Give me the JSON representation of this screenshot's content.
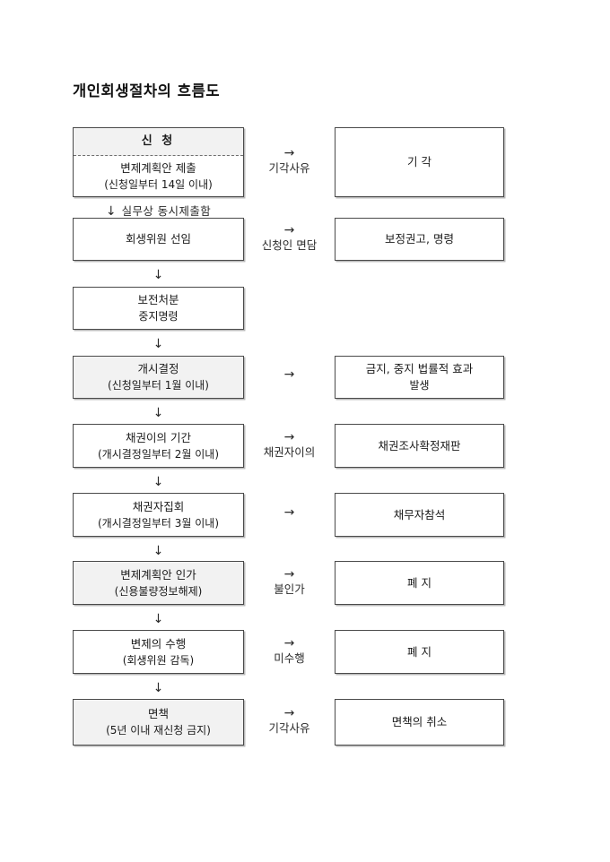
{
  "document": {
    "title": "개인회생절차의  흐름도"
  },
  "colors": {
    "page_background": "#ffffff",
    "box_border": "#4a4a4a",
    "box_shadow": "#b9b9b9",
    "shaded_fill": "#f2f2f2",
    "text": "#1a1a1a"
  },
  "icons": {
    "arrow_down": "↓",
    "arrow_right": "→"
  },
  "steps": [
    {
      "id": "application",
      "type": "split",
      "header": "신 청",
      "lines": [
        "변제계획안 제출",
        "(신청일부터 14일 이내)"
      ],
      "shaded": true,
      "down_arrow": "↓",
      "down_note": "실무상 동시제출함",
      "branch": {
        "arrow": "→",
        "label": "기각사유",
        "target": "기 각",
        "target_lines": [
          "기 각"
        ]
      }
    },
    {
      "id": "rehabilitation-commissioner",
      "type": "plain",
      "lines": [
        "회생위원 선임"
      ],
      "shaded": false,
      "down_arrow": "↓",
      "down_note": "",
      "branch": {
        "arrow": "→",
        "label": "신청인 면담",
        "target_lines": [
          "보정권고, 명령"
        ]
      }
    },
    {
      "id": "preservation-order",
      "type": "plain",
      "lines": [
        "보전처분",
        "중지명령"
      ],
      "shaded": false,
      "down_arrow": "↓",
      "down_note": "",
      "branch": null
    },
    {
      "id": "commencement-decision",
      "type": "plain",
      "lines": [
        "개시결정",
        "(신청일부터 1월 이내)"
      ],
      "shaded": true,
      "down_arrow": "↓",
      "down_note": "",
      "branch": {
        "arrow": "→",
        "label": "",
        "target_lines": [
          "금지, 중지 법률적 효과",
          "발생"
        ]
      }
    },
    {
      "id": "claim-objection-period",
      "type": "plain",
      "lines": [
        "채권이의 기간",
        "(개시결정일부터 2월 이내)"
      ],
      "shaded": false,
      "down_arrow": "↓",
      "down_note": "",
      "branch": {
        "arrow": "→",
        "label": "채권자이의",
        "target_lines": [
          "채권조사확정재판"
        ]
      }
    },
    {
      "id": "creditors-meeting",
      "type": "plain",
      "lines": [
        "채권자집회",
        "(개시결정일부터 3월 이내)"
      ],
      "shaded": false,
      "down_arrow": "↓",
      "down_note": "",
      "branch": {
        "arrow": "→",
        "label": "",
        "target_lines": [
          "채무자참석"
        ]
      }
    },
    {
      "id": "plan-approval",
      "type": "plain",
      "lines": [
        "변제계획안 인가",
        "(신용불량정보해제)"
      ],
      "shaded": true,
      "down_arrow": "↓",
      "down_note": "",
      "branch": {
        "arrow": "→",
        "label": "불인가",
        "target_lines": [
          "폐 지"
        ]
      }
    },
    {
      "id": "plan-performance",
      "type": "plain",
      "lines": [
        "변제의 수행",
        "(회생위원 감독)"
      ],
      "shaded": false,
      "down_arrow": "↓",
      "down_note": "",
      "branch": {
        "arrow": "→",
        "label": "미수행",
        "target_lines": [
          "폐 지"
        ]
      }
    },
    {
      "id": "discharge",
      "type": "plain",
      "lines": [
        "면책",
        "(5년 이내 재신청 금지)"
      ],
      "shaded": true,
      "down_arrow": "",
      "down_note": "",
      "branch": {
        "arrow": "→",
        "label": "기각사유",
        "target_lines": [
          "면책의 취소"
        ]
      }
    }
  ]
}
